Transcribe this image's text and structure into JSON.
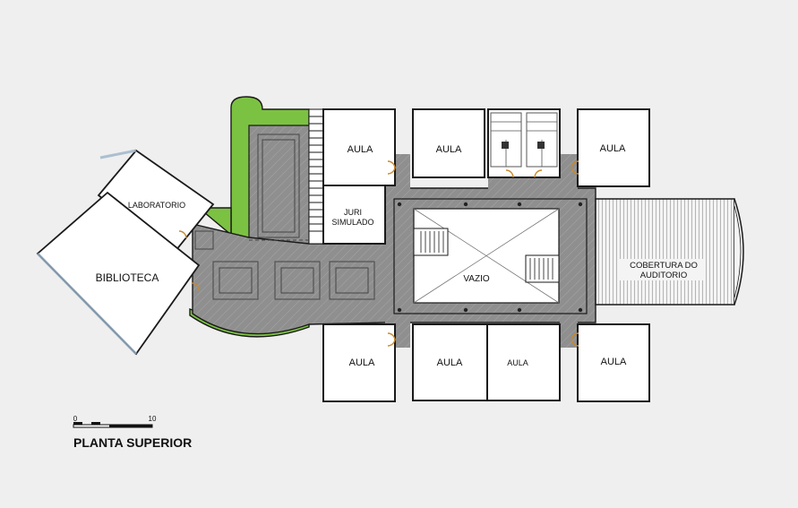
{
  "rooms": {
    "laboratorio": "LABORATORIO",
    "biblioteca": "BIBLIOTECA",
    "aula_top_1": "AULA",
    "aula_top_2": "AULA",
    "aula_top_3": "AULA",
    "juri_line1": "JURI",
    "juri_line2": "SIMULADO",
    "vazio": "VAZIO",
    "cobertura_line1": "COBERTURA DO",
    "cobertura_line2": "AUDITORIO",
    "aula_bottom_1": "AULA",
    "aula_bottom_2": "AULA",
    "aula_bottom_3": "AULA",
    "aula_bottom_4": "AULA"
  },
  "scale": {
    "start": "0",
    "end": "10"
  },
  "title": "PLANTA SUPERIOR",
  "colors": {
    "background": "#efefef",
    "room_fill": "#ffffff",
    "corridor": "#8c8c8c",
    "green_area": "#7cc242",
    "outline": "#1a1a1a",
    "door": "#c9892c",
    "window_blue": "#9bb3c8"
  }
}
